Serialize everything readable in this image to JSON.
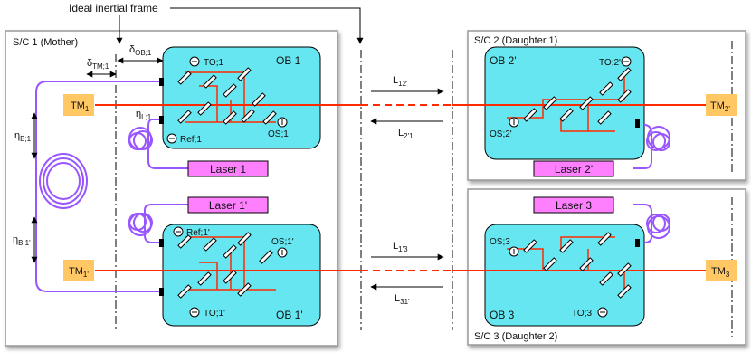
{
  "frame_label": "Ideal inertial frame",
  "spacecraft": {
    "sc1": "S/C 1 (Mother)",
    "sc2": "S/C 2 (Daughter 1)",
    "sc3": "S/C 3 (Daughter 2)"
  },
  "deltas": {
    "ob_main": "δ",
    "ob_sub": "OB;1",
    "tm_main": "δ",
    "tm_sub": "TM;1"
  },
  "eta": {
    "b1_main": "η",
    "b1_sub": "B;1",
    "b1p_main": "η",
    "b1p_sub": "B;1'",
    "l1_main": "η",
    "l1_sub": "L;1"
  },
  "benches": {
    "ob1": "OB 1",
    "ob1p": "OB 1'",
    "ob2p": "OB 2'",
    "ob3": "OB 3"
  },
  "ports": {
    "to1": "TO;1",
    "ref1": "Ref;1",
    "os1": "OS;1",
    "ref1p": "Ref;1'",
    "os1p": "OS;1'",
    "to1p": "TO;1'",
    "to2p": "TO;2'",
    "os2p": "OS;2'",
    "os3": "OS;3",
    "to3": "TO;3"
  },
  "test_masses": {
    "tm1_main": "TM",
    "tm1_sub": "1",
    "tm1p_main": "TM",
    "tm1p_sub": "1'",
    "tm2p_main": "TM",
    "tm2p_sub": "2'",
    "tm3_main": "TM",
    "tm3_sub": "3"
  },
  "lasers": {
    "laser1": "Laser 1",
    "laser1p": "Laser 1'",
    "laser2p": "Laser 2'",
    "laser3": "Laser 3"
  },
  "links": {
    "l12_main": "L",
    "l12_sub": "12'",
    "l21_main": "L",
    "l21_sub": "2'1",
    "l13_main": "L",
    "l13_sub": "1'3",
    "l31_main": "L",
    "l31_sub": "31'"
  },
  "colors": {
    "bench": "#66e6f0",
    "laser": "#ff80ff",
    "test_mass": "#ffc864",
    "beam": "#ff2a00",
    "fiber": "#9955ff"
  }
}
